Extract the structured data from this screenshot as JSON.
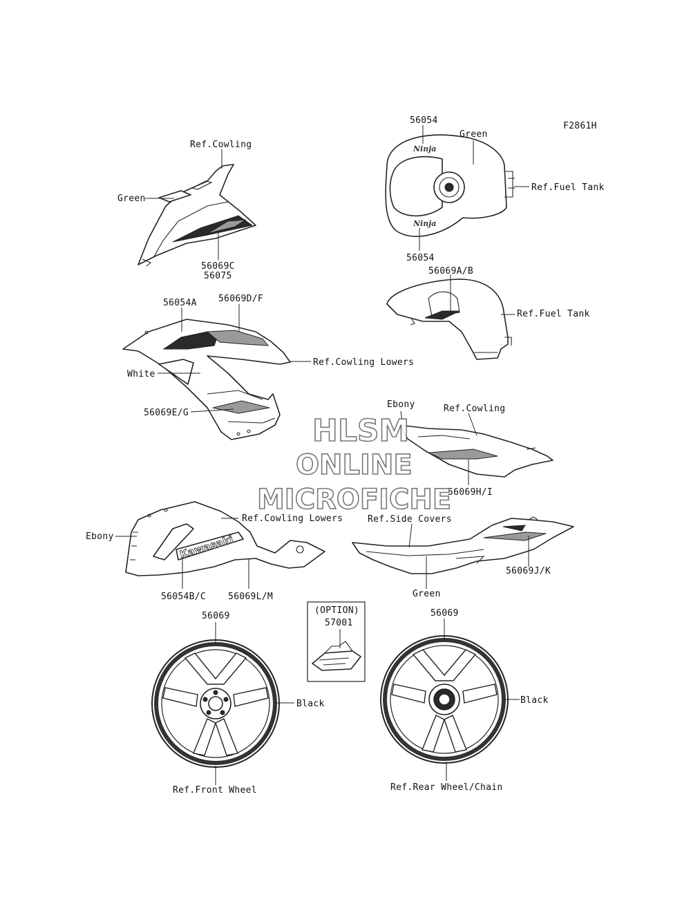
{
  "figure_code": "F2861H",
  "labels": {
    "top_cowl_ref": "Ref.Cowling",
    "top_cowl_color": "Green",
    "top_cowl_part_a": "56069C",
    "top_cowl_part_b": "56075",
    "tank_top_part_upper": "56054",
    "tank_top_color": "Green",
    "tank_top_ref": "Ref.Fuel Tank",
    "tank_top_part_lower": "56054",
    "side_cowl_part_a": "56054A",
    "side_cowl_part_b": "56069D/F",
    "side_cowl_ref": "Ref.Cowling Lowers",
    "side_cowl_color": "White",
    "side_cowl_part_c": "56069E/G",
    "tank_side_part": "56069A/B",
    "tank_side_ref": "Ref.Fuel Tank",
    "rear_cowl_color": "Ebony",
    "rear_cowl_ref": "Ref.Cowling",
    "rear_cowl_part": "56069H/I",
    "lower_cowl_color": "Ebony",
    "lower_cowl_ref": "Ref.Cowling Lowers",
    "lower_cowl_part_a": "56054B/C",
    "lower_cowl_part_b": "56069L/M",
    "side_cover_ref": "Ref.Side Covers",
    "side_cover_part": "56069J/K",
    "side_cover_color": "Green",
    "option_title": "(OPTION)",
    "option_part": "57001",
    "front_wheel_part": "56069",
    "front_wheel_color": "Black",
    "front_wheel_ref": "Ref.Front Wheel",
    "rear_wheel_part": "56069",
    "rear_wheel_color": "Black",
    "rear_wheel_ref": "Ref.Rear Wheel/Chain"
  },
  "logo_text": {
    "tank_logo": "Ninja",
    "lower_cowl_brand": "Kawasaki"
  },
  "watermark": {
    "line1": "HLSM",
    "line2": "ONLINE",
    "line3": "MICROFICHE"
  }
}
